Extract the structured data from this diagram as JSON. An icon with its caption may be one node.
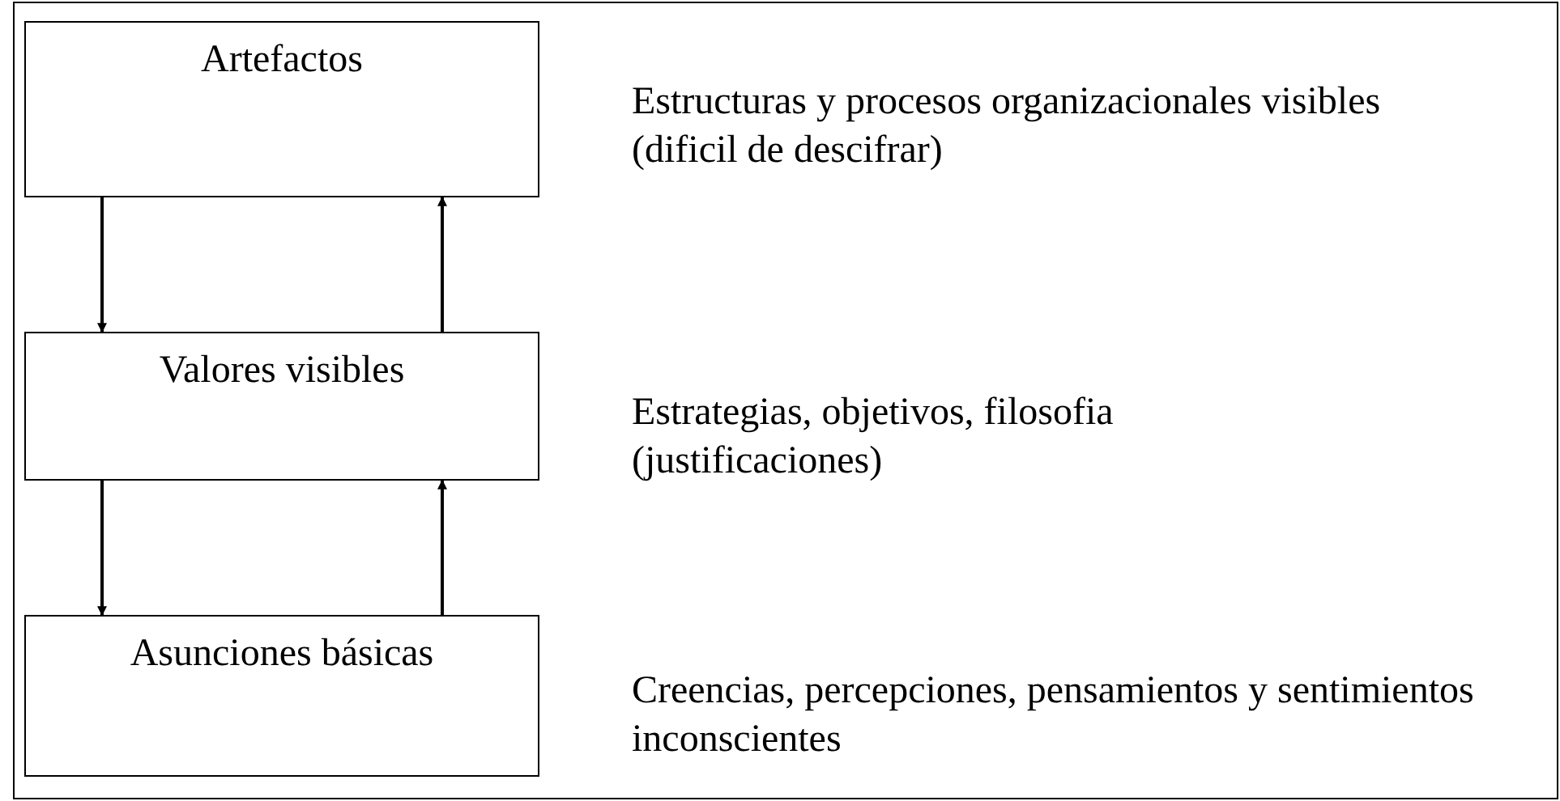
{
  "diagram": {
    "nodes": [
      {
        "text": [
          "Artefactos"
        ],
        "beside": [
          "Estructuras y procesos organizacionales visibles",
          "(dificil de descifrar)"
        ]
      },
      {
        "text": [
          "Valores visibles"
        ],
        "beside": [
          "Estrategias, objetivos, filosofia",
          "(justificaciones)"
        ]
      },
      {
        "text": [
          "Asunciones básicas"
        ],
        "beside": [
          "Creencias, percepciones, pensamientos y sentimientos inconscientes"
        ]
      }
    ],
    "edges": [
      {
        "from": 0,
        "to": 1,
        "arrow": "to"
      },
      {
        "from": 1,
        "to": 0,
        "arrow": "to"
      },
      {
        "from": 1,
        "to": 2,
        "arrow": "to"
      },
      {
        "from": 2,
        "to": 1,
        "arrow": "to"
      }
    ]
  }
}
